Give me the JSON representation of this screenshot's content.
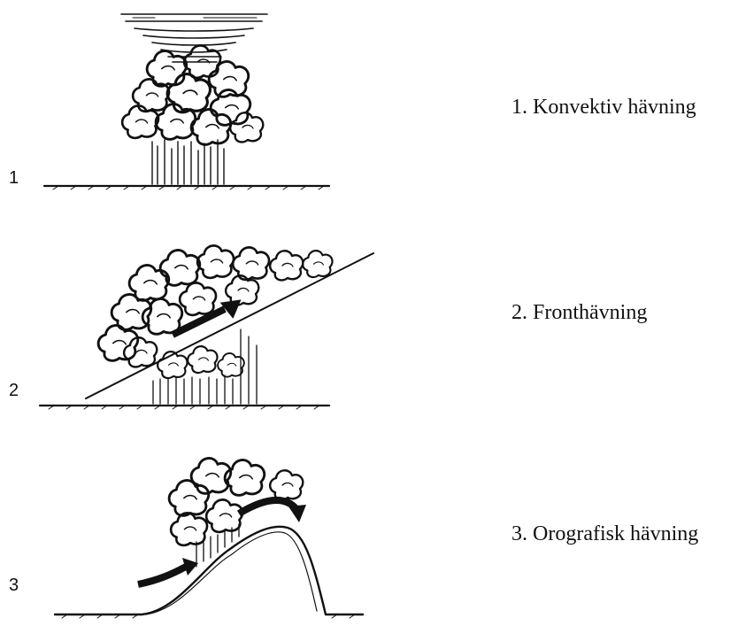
{
  "panels": [
    {
      "number": "1",
      "caption": "1. Konvektiv hävning",
      "illustration": "convective-lift"
    },
    {
      "number": "2",
      "caption": "2. Fronthävning",
      "illustration": "frontal-lift"
    },
    {
      "number": "3",
      "caption": "3. Orografisk hävning",
      "illustration": "orographic-lift"
    }
  ],
  "colors": {
    "ink": "#111111",
    "background": "#ffffff"
  }
}
